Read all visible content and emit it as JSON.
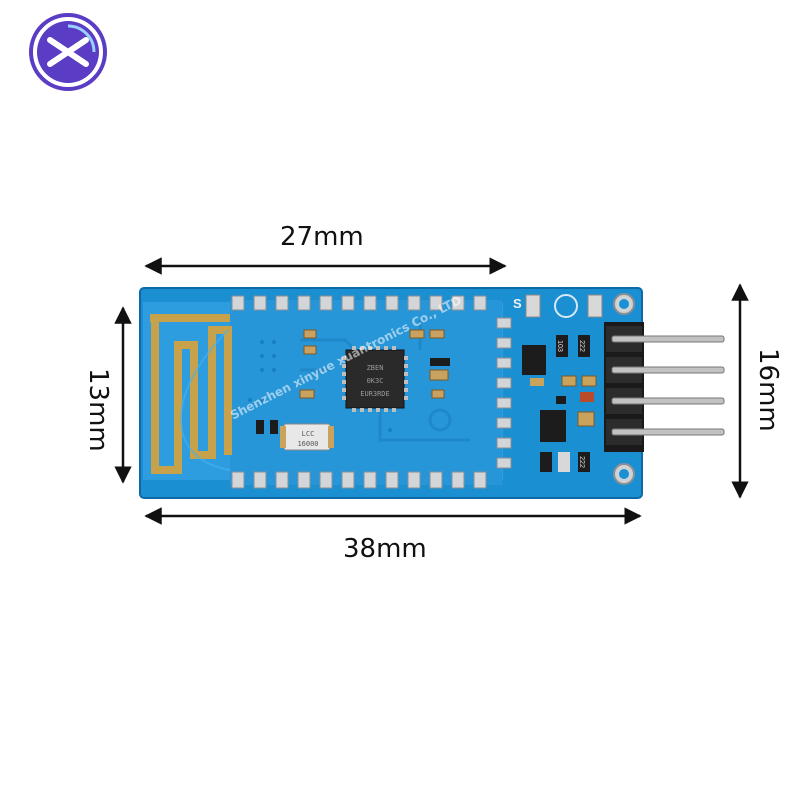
{
  "dimensions": {
    "top_width": "27mm",
    "total_width": "38mm",
    "left_height": "13mm",
    "right_height": "16mm"
  },
  "watermark": "Shenzhen xinyue xuantronics Co., LTD",
  "chip_marking": [
    "ZBEN",
    "0K3C",
    "EUR3RDE"
  ],
  "crystal_marking": [
    "LCC",
    "16000"
  ],
  "smd_labels": [
    "103",
    "222",
    "222"
  ],
  "silkscreen": "S",
  "colors": {
    "pcb": "#1a8fd2",
    "module": "#2d9de0",
    "logo_ring": "#5b3cc4",
    "header": "#1a1a1a",
    "pins": "#b9b9b9"
  },
  "icons": [
    "brand-logo-icon",
    "antenna-trace-icon"
  ]
}
